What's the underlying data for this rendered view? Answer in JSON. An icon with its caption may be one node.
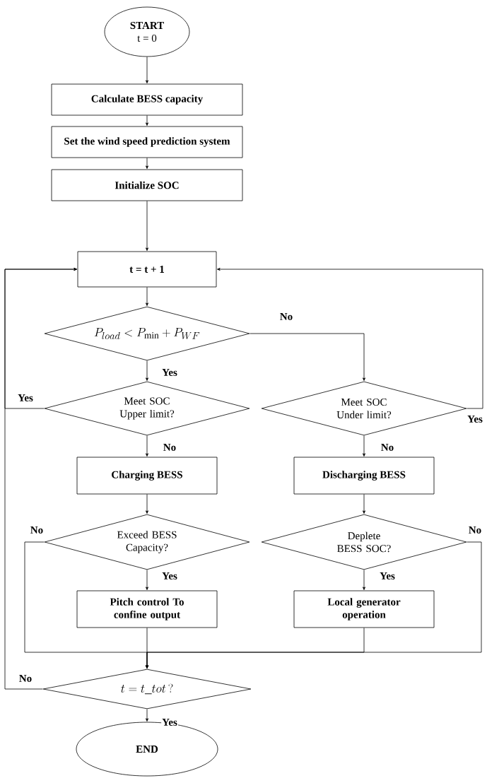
{
  "diagram": {
    "nodes": [
      {
        "text": [
          "START",
          "t = 0"
        ]
      },
      {
        "text": [
          "Calculate BESS capacity"
        ]
      },
      {
        "text": [
          "Set the wind speed prediction system"
        ]
      },
      {
        "text": [
          "Initialize SOC"
        ]
      },
      {
        "text": [
          "t = t + 1"
        ]
      },
      {
        "text": [
          "P_{load} < P_{\\min} + P_{WF}"
        ]
      },
      {
        "text": [
          "Meet SOC Upper limit?"
        ]
      },
      {
        "text": [
          "Meet SOC Under limit?"
        ]
      },
      {
        "text": [
          "Charging BESS"
        ]
      },
      {
        "text": [
          "Discharging BESS"
        ]
      },
      {
        "text": [
          "Exceed BESS Capacity?"
        ]
      },
      {
        "text": [
          "Deplete BESS SOC?"
        ]
      },
      {
        "text": [
          "Pitch control To confine output"
        ]
      },
      {
        "text": [
          "Local generator operation"
        ]
      },
      {
        "text": [
          "t = t\\_tot\\,?"
        ]
      },
      {
        "text": [
          "END"
        ]
      }
    ],
    "edges": [
      {
        "from": 0,
        "to": 1,
        "arrow": "to"
      },
      {
        "from": 1,
        "to": 2,
        "arrow": "to"
      },
      {
        "from": 2,
        "to": 3,
        "arrow": "to"
      },
      {
        "from": 3,
        "to": 4,
        "arrow": "to"
      },
      {
        "from": 4,
        "to": 5,
        "arrow": "to"
      },
      {
        "from": 5,
        "to": 6,
        "arrow": "to",
        "label": "Yes"
      },
      {
        "from": 5,
        "to": 7,
        "arrow": "to",
        "label": "No"
      },
      {
        "from": 6,
        "to": 4,
        "arrow": "to",
        "label": "Yes"
      },
      {
        "from": 7,
        "to": 4,
        "arrow": "to",
        "label": "Yes"
      },
      {
        "from": 6,
        "to": 8,
        "arrow": "to",
        "label": "No"
      },
      {
        "from": 7,
        "to": 9,
        "arrow": "to",
        "label": "No"
      },
      {
        "from": 8,
        "to": 10,
        "arrow": "to"
      },
      {
        "from": 9,
        "to": 11,
        "arrow": "to"
      },
      {
        "from": 10,
        "to": 12,
        "arrow": "to",
        "label": "Yes"
      },
      {
        "from": 11,
        "to": 13,
        "arrow": "to",
        "label": "Yes"
      },
      {
        "from": 10,
        "to": 14,
        "arrow": "to",
        "label": "No"
      },
      {
        "from": 11,
        "to": 14,
        "arrow": "to",
        "label": "No"
      },
      {
        "from": 12,
        "to": 14,
        "arrow": "to"
      },
      {
        "from": 13,
        "to": 14,
        "arrow": "to"
      },
      {
        "from": 14,
        "to": 4,
        "arrow": "to",
        "label": "No"
      },
      {
        "from": 14,
        "to": 15,
        "arrow": "to",
        "label": "Yes"
      }
    ]
  }
}
